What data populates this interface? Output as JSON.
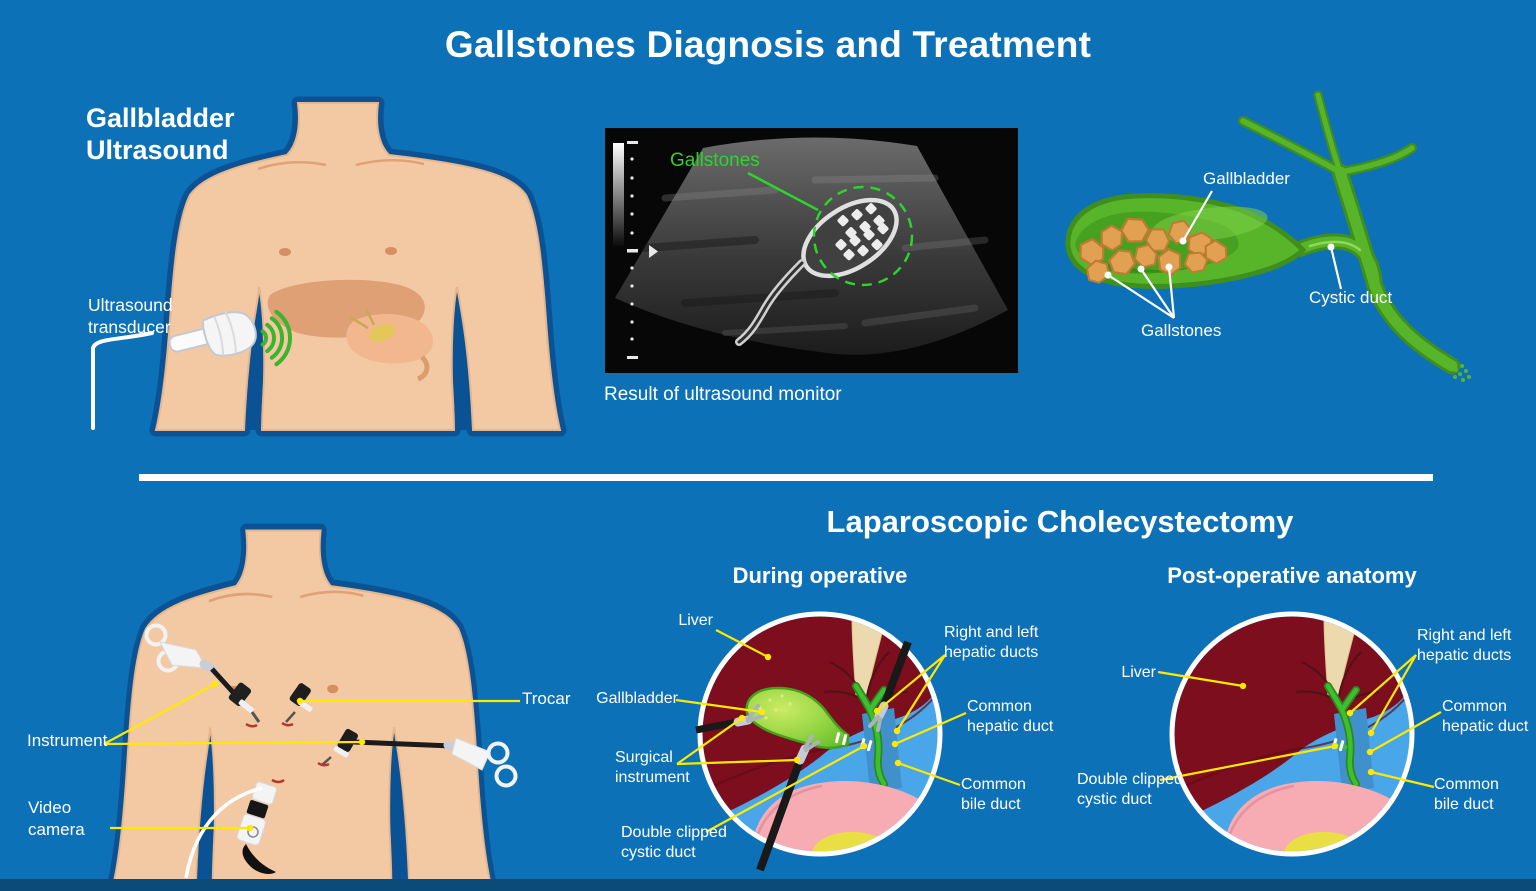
{
  "page": {
    "title": "Gallstones Diagnosis and Treatment",
    "background_color": "#0d71b8",
    "footer_strip_color": "#0a4b7a",
    "leader_line_yellow": "#ffe900",
    "leader_line_white": "#ffffff",
    "ultrasound_green": "#2ed32e",
    "duct_green": "#58b52a",
    "gallstone_orange": "#e2a053",
    "liver_red": "#7c0e1e",
    "circle_blue": "#49a7e9"
  },
  "ultrasound_section": {
    "heading": "Gallbladder Ultrasound",
    "transducer_label": "Ultrasound transducer",
    "monitor_annotation": "Gallstones",
    "monitor_caption": "Result of ultrasound monitor",
    "anatomy_labels": {
      "gallbladder": "Gallbladder",
      "cystic_duct": "Cystic duct",
      "gallstones": "Gallstones"
    }
  },
  "surgery_section": {
    "heading": "Laparoscopic Cholecystectomy",
    "ports_labels": {
      "trocar": "Trocar",
      "instrument": "Instrument",
      "video_camera": "Video camera"
    },
    "during_operative": {
      "subtitle": "During operative",
      "labels": {
        "liver": "Liver",
        "gallbladder": "Gallbladder",
        "surgical_instrument": "Surgical instrument",
        "double_clipped_cystic_duct": "Double clipped cystic duct",
        "right_and_left_hepatic_ducts": "Right and left hepatic ducts",
        "common_hepatic_duct": "Common hepatic duct",
        "common_bile_duct": "Common bile duct"
      }
    },
    "post_operative": {
      "subtitle": "Post-operative anatomy",
      "labels": {
        "liver": "Liver",
        "double_clipped_cystic_duct": "Double clipped cystic duct",
        "right_and_left_hepatic_ducts": "Right and left hepatic ducts",
        "common_hepatic_duct": "Common hepatic duct",
        "common_bile_duct": "Common bile duct"
      }
    }
  }
}
